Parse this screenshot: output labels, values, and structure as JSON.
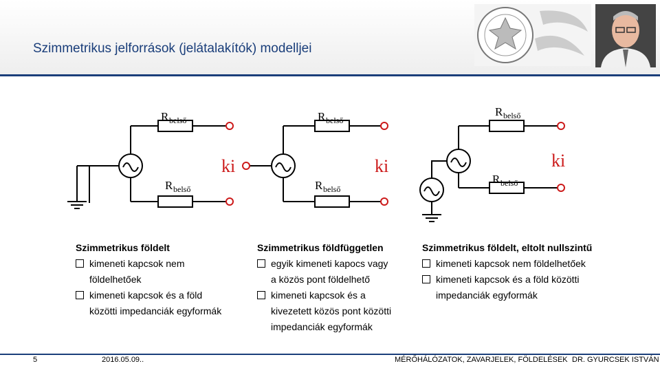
{
  "slide": {
    "title": "Szimmetrikus jelforrások (jelátalakítók) modelljei"
  },
  "diagram": {
    "resistor_label": "R",
    "resistor_subscript": "belső",
    "output_label": "ki",
    "colors": {
      "wire": "#000000",
      "terminal": "#cc1a1a",
      "output": "#cc1a1a"
    }
  },
  "columns": [
    {
      "heading": "Szimmetrikus földelt",
      "items": [
        [
          "kimeneti kapcsok nem",
          "földelhetőek"
        ],
        [
          "kimeneti kapcsok és a föld",
          "közötti impedanciák egyformák"
        ]
      ]
    },
    {
      "heading": "Szimmetrikus földfüggetlen",
      "items": [
        [
          "egyik kimeneti kapocs vagy",
          "a közös pont földelhető"
        ],
        [
          "kimeneti kapcsok és a",
          "kivezetett közös pont közötti",
          "impedanciák egyformák"
        ]
      ]
    },
    {
      "heading": "Szimmetrikus földelt, eltolt nullszintű",
      "items": [
        [
          "kimeneti kapcsok nem földelhetőek"
        ],
        [
          "kimeneti kapcsok és a föld közötti",
          "impedanciák egyformák"
        ]
      ]
    }
  ],
  "footer": {
    "page_number": "5",
    "date": "2016.05.09..",
    "course": "MÉRŐHÁLÓZATOK, ZAVARJELEK, FÖLDELÉSEK",
    "author": "DR. GYURCSEK ISTVÁN"
  },
  "header_images": {
    "logo_icon": "university-seal-logo",
    "photo_icon": "author-portrait"
  }
}
